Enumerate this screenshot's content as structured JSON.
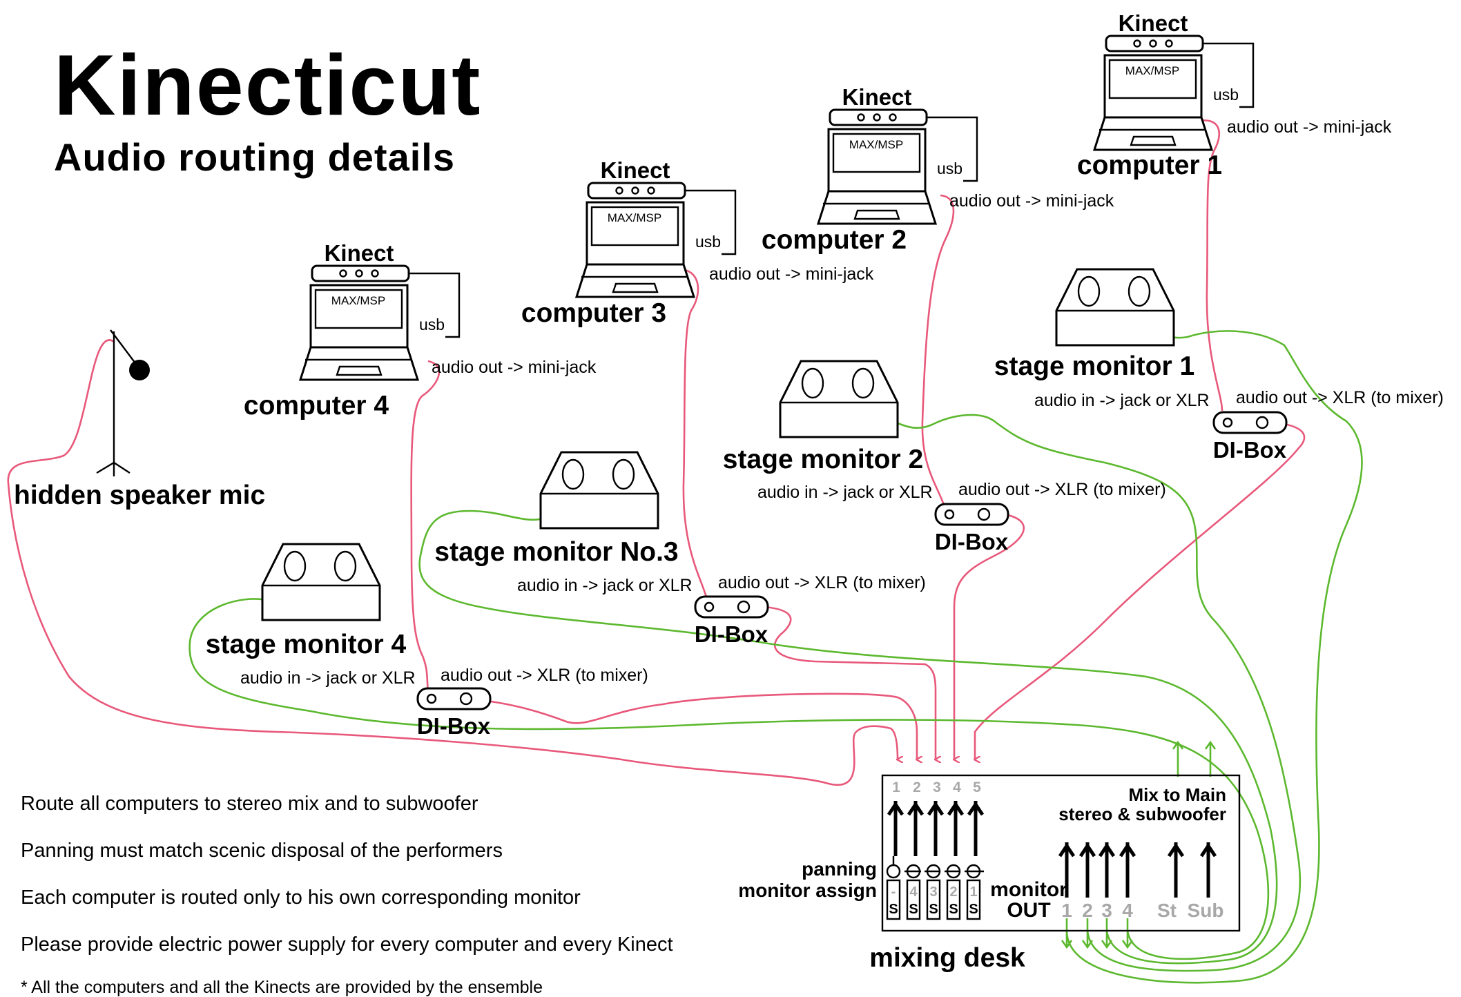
{
  "title": "Kinecticut",
  "subtitle": "Audio routing details",
  "devices": {
    "kinect_label": "Kinect",
    "laptop_screen_label": "MAX/MSP",
    "usb_label": "usb",
    "audio_out_computer": "audio out -> mini-jack",
    "computers": [
      "computer 1",
      "computer 2",
      "computer 3",
      "computer 4"
    ],
    "monitors": [
      "stage monitor 1",
      "stage monitor 2",
      "stage monitor No.3",
      "stage monitor 4"
    ],
    "audio_in_monitor": "audio in -> jack or XLR",
    "audio_out_di": "audio out -> XLR (to mixer)",
    "di_box_label": "DI-Box",
    "mic_label": "hidden speaker mic"
  },
  "mixer": {
    "label": "mixing desk",
    "channels": [
      "1",
      "2",
      "3",
      "4",
      "5"
    ],
    "panning_label": "panning",
    "monitor_assign_label": "monitor assign",
    "monitor_assign_values": [
      "-",
      "4",
      "3",
      "2",
      "1"
    ],
    "solo_label": "S",
    "monitor_out_label_1": "monitor",
    "monitor_out_label_2": "OUT",
    "monitor_out_channels": [
      "1",
      "2",
      "3",
      "4"
    ],
    "main_out_channels": [
      "St",
      "Sub"
    ],
    "mix_to_main_line1": "Mix to Main",
    "mix_to_main_line2": "stereo & subwoofer"
  },
  "notes": [
    "Route all computers to stereo mix and to subwoofer",
    "Panning must match scenic disposal of the performers",
    "Each computer is routed only to his own corresponding monitor",
    "Please provide electric power supply for every computer and  every Kinect"
  ],
  "footnote": "* All the computers and all the Kinects are provided by the ensemble",
  "colors": {
    "audio_cable": "#e8587a",
    "monitor_cable": "#5cb82e",
    "inactive_label": "#a8a8a8"
  }
}
